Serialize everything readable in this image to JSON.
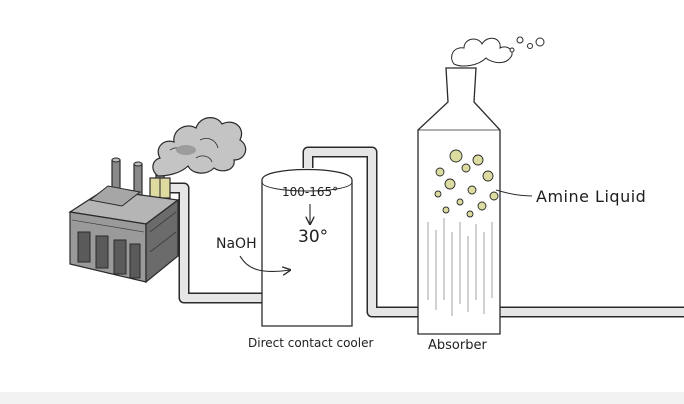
{
  "labels": {
    "naoh": "NaOH",
    "temp_in": "100-165°",
    "temp_out": "30°",
    "amine_liquid": "Amine Liquid",
    "direct_contact_cooler": "Direct contact cooler",
    "absorber": "Absorber"
  },
  "colors": {
    "line": "#2a2a2a",
    "pipe": "#e6e6e6",
    "building": "#9a9a9a",
    "building_dark": "#6b6b6b",
    "smoke": "#c4c4c4",
    "filter": "#dedaa0",
    "bubbles": "#dcdca0",
    "bottom_band": "#f2f2f2"
  },
  "icons": {
    "factory": "factory-icon",
    "smoke": "smoke-cloud-icon",
    "arrow": "arrow-icon"
  }
}
